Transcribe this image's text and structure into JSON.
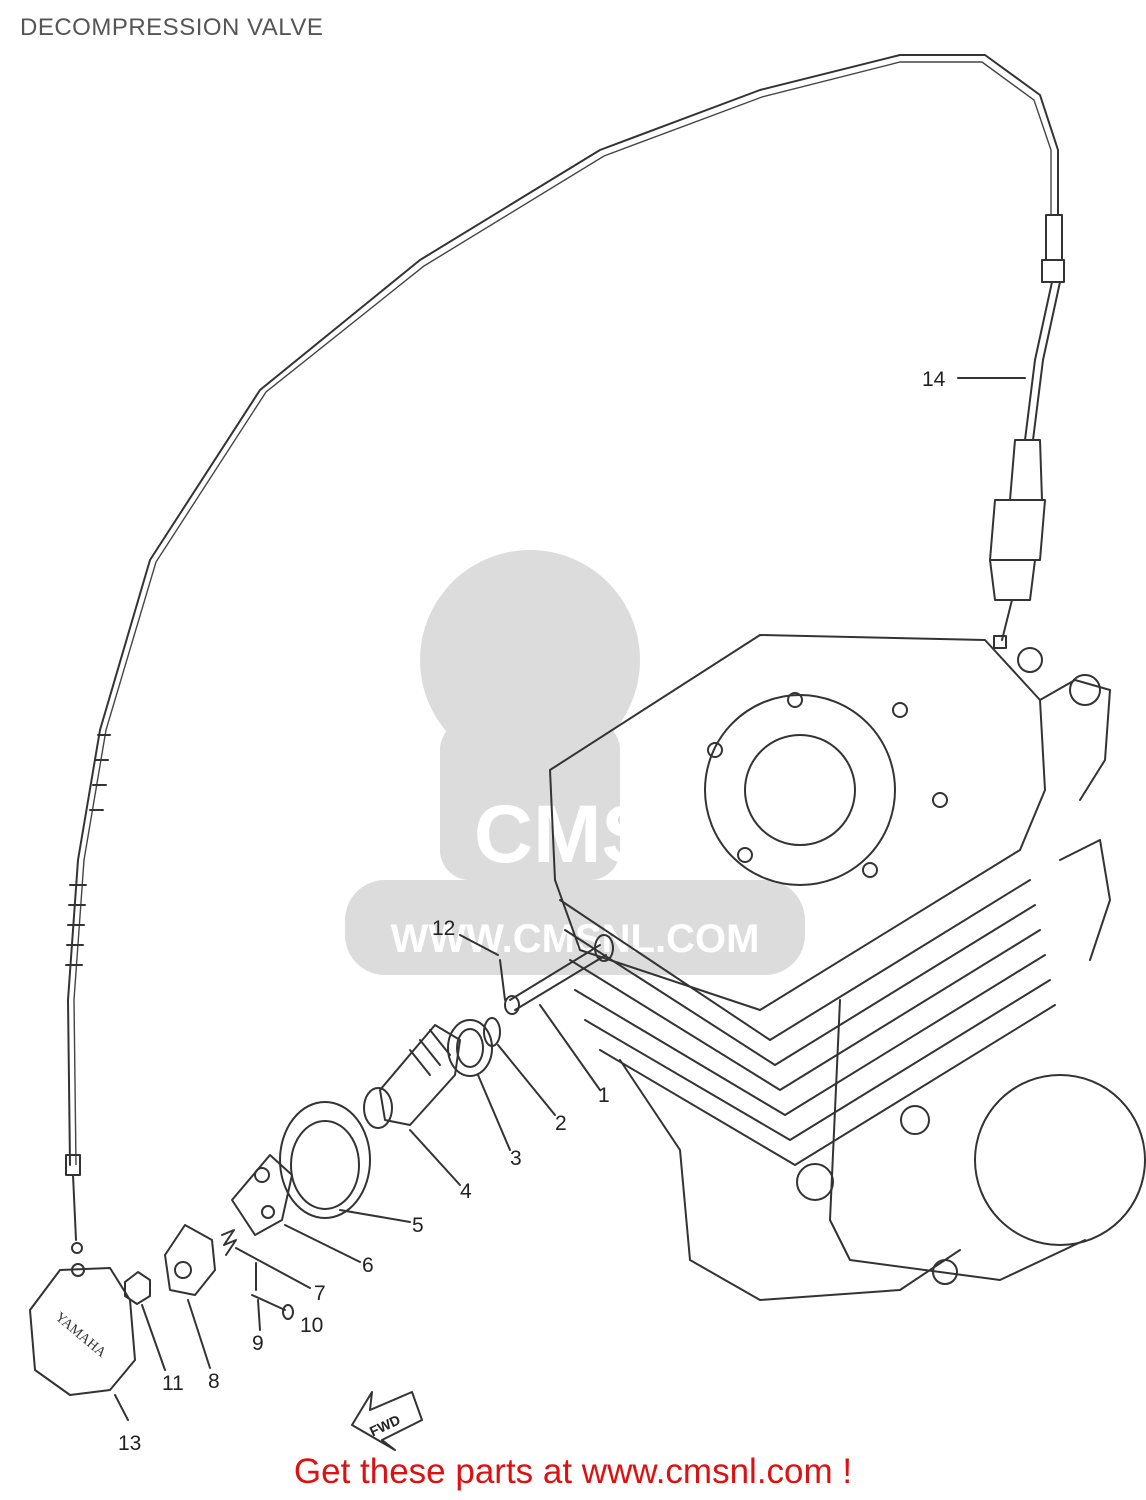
{
  "title": "DECOMPRESSION VALVE",
  "footer": "Get these parts at www.cmsnl.com !",
  "watermark": {
    "logo": "CMS",
    "url": "WWW.CMSNL.COM"
  },
  "callouts": [
    "1",
    "2",
    "3",
    "4",
    "5",
    "6",
    "7",
    "8",
    "9",
    "10",
    "11",
    "12",
    "13",
    "14"
  ],
  "cover_text": "YAMAHA",
  "direction_arrow": "FWD",
  "colors": {
    "footer": "#dd1111",
    "title": "#555555",
    "line_art": "#333333"
  }
}
